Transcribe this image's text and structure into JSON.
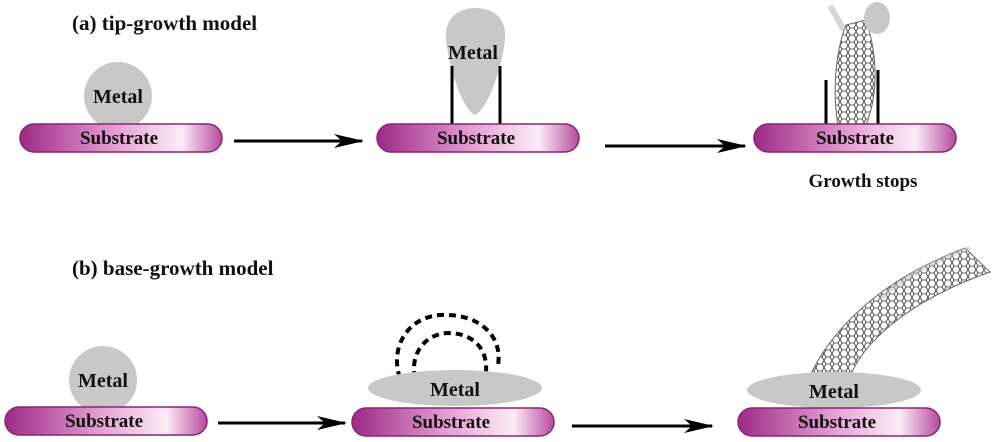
{
  "panel_a": {
    "title": "(a) tip-growth model",
    "stage1": {
      "metal": "Metal",
      "substrate": "Substrate"
    },
    "stage2": {
      "metal": "Metal",
      "substrate": "Substrate"
    },
    "stage3": {
      "substrate": "Substrate",
      "caption": "Growth stops"
    }
  },
  "panel_b": {
    "title": "(b) base-growth model",
    "stage1": {
      "metal": "Metal",
      "substrate": "Substrate"
    },
    "stage2": {
      "metal": "Metal",
      "substrate": "Substrate"
    },
    "stage3": {
      "metal": "Metal",
      "substrate": "Substrate"
    }
  },
  "colors": {
    "substrate_dark": "#a8348f",
    "substrate_light": "#f7e2f1",
    "metal": "#c8c8c8",
    "arrow": "#000000"
  }
}
